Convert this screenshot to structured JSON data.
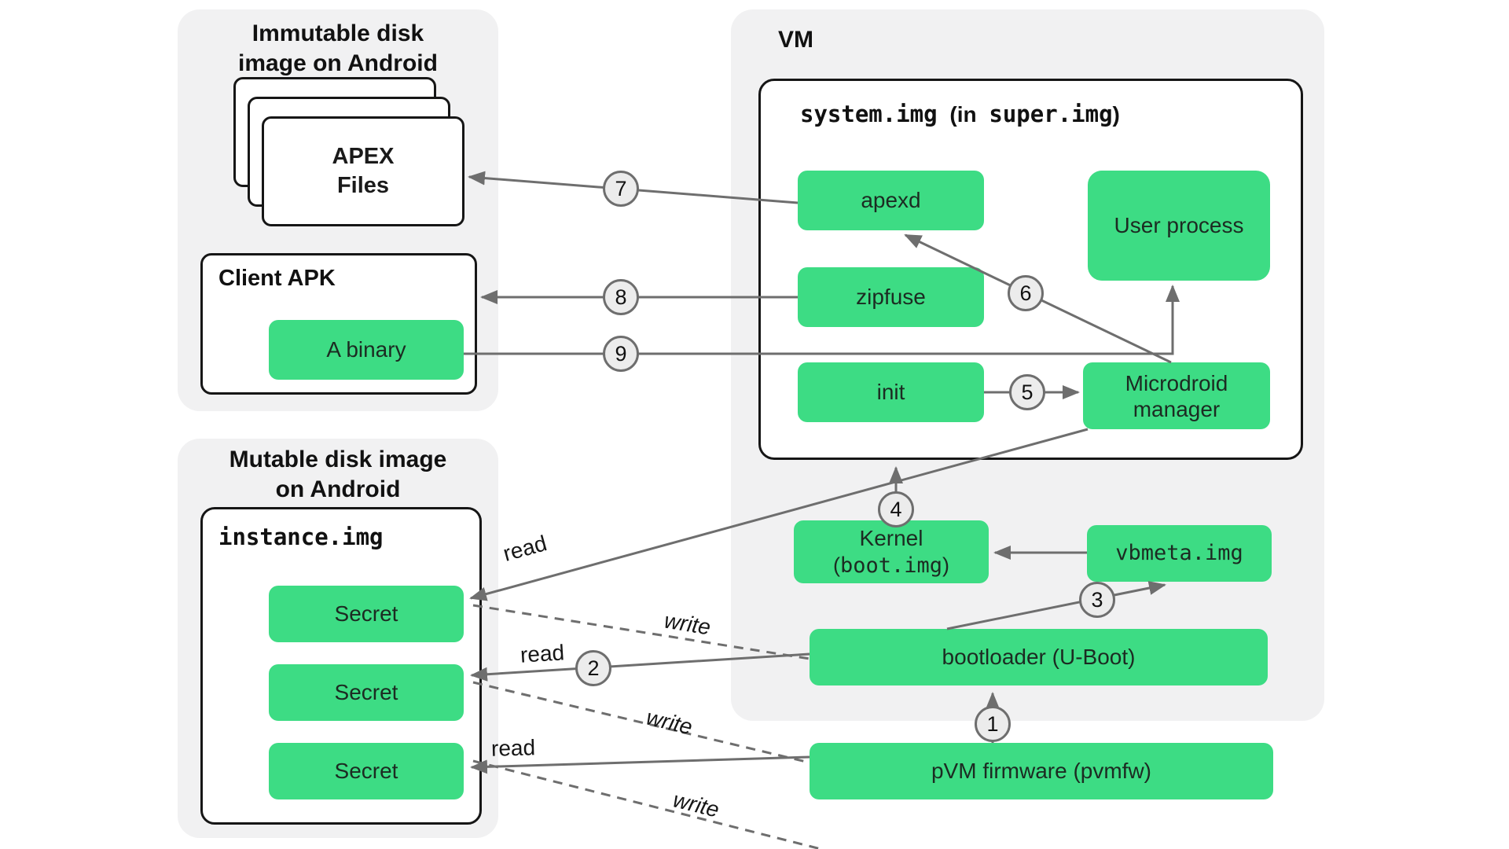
{
  "panels": {
    "immutable": {
      "title_line1": "Immutable disk",
      "title_line2": "image on Android"
    },
    "mutable": {
      "title_line1": "Mutable disk image",
      "title_line2": "on Android"
    },
    "vm": {
      "label": "VM"
    }
  },
  "containers": {
    "apex_stack": {
      "label_line1": "APEX",
      "label_line2": "Files"
    },
    "client_apk": {
      "label": "Client APK"
    },
    "instance_img": {
      "label": "instance.img"
    },
    "system_img": {
      "mono1": "system.img",
      "sans1": "(in",
      "mono2": "super.img",
      "sans2": ")"
    }
  },
  "nodes": {
    "a_binary": "A binary",
    "secret1": "Secret",
    "secret2": "Secret",
    "secret3": "Secret",
    "apexd": "apexd",
    "user_process": "User process",
    "zipfuse": "zipfuse",
    "init": "init",
    "microdroid_line1": "Microdroid",
    "microdroid_line2": "manager",
    "kernel_line1": "Kernel",
    "kernel_open": "(",
    "kernel_mono": "boot.img",
    "kernel_close": ")",
    "vbmeta": "vbmeta.img",
    "bootloader": "bootloader (U-Boot)",
    "pvmfw": "pVM firmware (pvmfw)"
  },
  "badges": {
    "b1": "1",
    "b2": "2",
    "b3": "3",
    "b4": "4",
    "b5": "5",
    "b6": "6",
    "b7": "7",
    "b8": "8",
    "b9": "9"
  },
  "edge_labels": {
    "read1": "read",
    "write1": "write",
    "read2": "read",
    "write2": "write",
    "read3": "read",
    "write3": "write"
  },
  "colors": {
    "accent_green": "#3ddc84",
    "panel_gray": "#f1f1f2",
    "line_gray": "#6e6e6e",
    "border_black": "#161616",
    "badge_fill": "#ececec"
  }
}
